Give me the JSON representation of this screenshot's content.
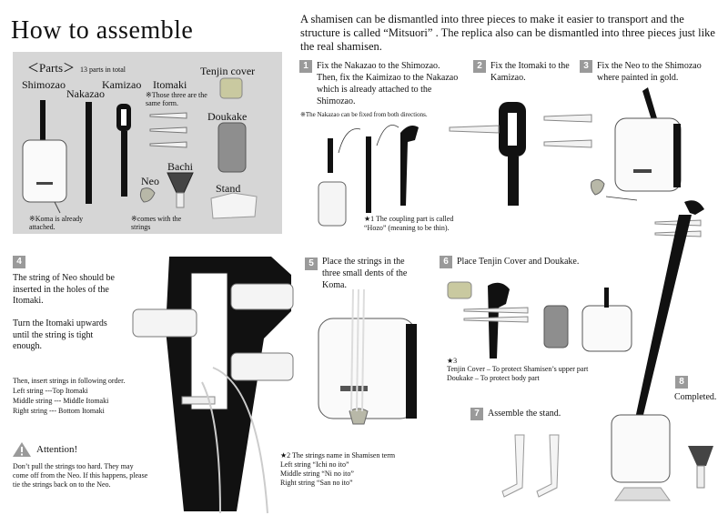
{
  "title": "How to assemble",
  "intro": "A shamisen can be dismantled into three pieces to make it easier to transport and the structure is called “Mitsuori” . The replica also can be dismantled into three pieces just like the real shamisen.",
  "parts": {
    "heading": "＜Parts＞",
    "count": "13 parts in total",
    "shimozao": "Shimozao",
    "nakazao": "Nakazao",
    "kamizao": "Kamizao",
    "itomaki": "Itomaki",
    "itomaki_note": "※Those three are the same form.",
    "tenjin_cover": "Tenjin cover",
    "doukake": "Doukake",
    "neo": "Neo",
    "bachi": "Bachi",
    "stand": "Stand",
    "koma_note": "※Koma is already attached.",
    "strings_note": "※comes with the strings"
  },
  "step1": {
    "num": "1",
    "text": "Fix the Nakazao to the Shimozao. Then, fix the Kaimizao to the Nakazao which is already attached to the Shimozao.",
    "note": "※The Nakazao can be fixed from both directions.",
    "star_note": "★1 The coupling part is called “Hozo” (meaning to be thin)."
  },
  "step2": {
    "num": "2",
    "text": "Fix the Itomaki to the Kamizao."
  },
  "step3": {
    "num": "3",
    "text": "Fix the Neo to the Shimozao where painted in gold."
  },
  "step4": {
    "num": "4",
    "text_a": "The string of Neo should be inserted in the holes of the Itomaki.",
    "text_b": "Turn the Itomaki upwards until the string is tight enough.",
    "order_intro": "Then, insert strings in following order.",
    "order_left": "Left string ---Top Itomaki",
    "order_middle": "Middle string --- Middle Itomaki",
    "order_right": "Right string --- Bottom Itomaki"
  },
  "attention": {
    "title": "Attention!",
    "text": "Don’t pull the strings too hard. They may come off from the Neo. If this happens, please tie the strings back on to the Neo."
  },
  "step5": {
    "num": "5",
    "text": "Place the strings in the three small dents of the Koma.",
    "star_title": "★2 The strings name in Shamisen term",
    "star_left": "Left string “Ichi no ito”",
    "star_middle": "Middle string “Ni no ito”",
    "star_right": "Right string “San no ito”"
  },
  "step6": {
    "num": "6",
    "text": "Place Tenjin Cover and Doukake.",
    "star": "★3",
    "note_tenjin": "Tenjin Cover – To protect Shamisen’s upper part",
    "note_doukake": "Doukake – To protect body part"
  },
  "step7": {
    "num": "7",
    "text": "Assemble the stand."
  },
  "step8": {
    "num": "8",
    "text": "Completed."
  },
  "colors": {
    "panel_gray": "#d6d6d6",
    "badge_gray": "#9a9a9a",
    "dark": "#111111"
  }
}
